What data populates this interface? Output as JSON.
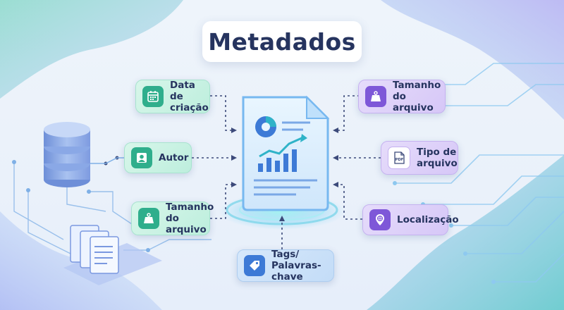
{
  "title": "Metadados",
  "labels": {
    "data_criacao": "Data de\ncriação",
    "autor": "Autor",
    "tamanho_esq": "Tamanho\ndo arquivo",
    "tamanho_dir": "Tamanho\ndo arquivo",
    "tipo": "Tipo de\narquivo",
    "localizacao": "Localização",
    "tags": "Tags/\nPalavras-chave"
  },
  "icons": {
    "data_criacao": "calendar-icon",
    "autor": "user-icon",
    "tamanho_esq": "weight-icon",
    "tamanho_dir": "weight-icon",
    "tipo": "pdf-file-icon",
    "localizacao": "location-pin-icon",
    "tags": "tag-icon"
  },
  "pdf_badge": "PDF",
  "colors": {
    "teal": "#2fae8c",
    "purple": "#7e57d8",
    "blue": "#3d7ad6",
    "title_text": "#26345f",
    "connector": "#3c4a7a"
  }
}
